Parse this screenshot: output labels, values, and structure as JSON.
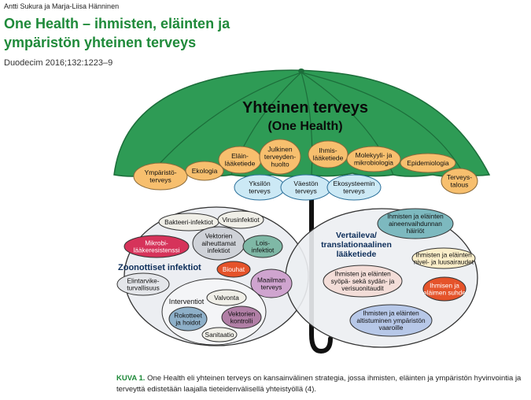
{
  "header": {
    "authors": "Antti Sukura ja Marja-Liisa Hänninen",
    "title": "One Health – ihmisten, eläinten ja ympäristön yhteinen terveys",
    "citation": "Duodecim 2016;132:1223–9"
  },
  "umbrella": {
    "title": "Yhteinen terveys",
    "subtitle": "(One Health)",
    "disciplines": [
      [
        "Ympäristö-",
        "terveys"
      ],
      [
        "Ekologia"
      ],
      [
        "Eläin-",
        "lääketiede"
      ],
      [
        "Julkinen",
        "terveyden-",
        "huolto"
      ],
      [
        "Ihmis-",
        "lääketiede"
      ],
      [
        "Molekyyli- ja",
        "mikrobiologia"
      ],
      [
        "Epidemiologia"
      ],
      [
        "Terveys-",
        "talous"
      ]
    ],
    "levels": [
      [
        "Yksilön",
        "terveys"
      ],
      [
        "Väestön",
        "terveys"
      ],
      [
        "Ekosysteemin",
        "terveys"
      ]
    ]
  },
  "left_circle": {
    "heading": "Zoonottiset infektiot",
    "items": [
      [
        "Bakteeri-infektiot"
      ],
      [
        "Virusinfektiot"
      ],
      [
        "Mikrobi-",
        "lääkeresistenssi"
      ],
      [
        "Vektorien",
        "aiheuttamat",
        "infektiot"
      ],
      [
        "Lois-",
        "infektiot"
      ],
      [
        "Biouhat"
      ],
      [
        "Elintarvike-",
        "turvallisuus"
      ],
      [
        "Maailman",
        "terveys"
      ]
    ],
    "intervention": {
      "heading": "Interventiot",
      "items": [
        [
          "Valvonta"
        ],
        [
          "Rokotteet",
          "ja hoidot"
        ],
        [
          "Vektorien",
          "kontrolli"
        ],
        [
          "Sanitaatio"
        ]
      ]
    }
  },
  "right_circle": {
    "heading": [
      "Vertaileva/",
      "translationaalinen",
      "lääketiede"
    ],
    "items": [
      [
        "Ihmisten ja eläinten",
        "aineenvaihdunnan",
        "häiriöt"
      ],
      [
        "Ihmisten ja eläinten",
        "nivel- ja luusairaudet"
      ],
      [
        "Ihmisten ja eläinten",
        "syöpä- sekä sydän- ja",
        "verisuonitaudit"
      ],
      [
        "Ihmisen ja",
        "eläimen suhde"
      ],
      [
        "Ihmisten ja eläinten",
        "altistuminen ympäristön",
        "vaaroille"
      ]
    ]
  },
  "caption": {
    "label": "KUVA 1.",
    "text": "One Health eli yhteinen terveys on kansainvälinen strategia, jossa ihmisten, eläinten ja ympäristön hyvinvointia ja terveyttä edistetään laajalla tieteidenvälisellä yhteistyöllä (4)."
  },
  "colors": {
    "title_green": "#1f8a3a",
    "canopy": "#2e9b55",
    "canopy_rib": "#1c6d3a",
    "discipline_fill": "#f7bf6e",
    "level_fill": "#cce9f5",
    "circle_fill": "#eceef2",
    "heading_text": "#0d2e5a"
  }
}
